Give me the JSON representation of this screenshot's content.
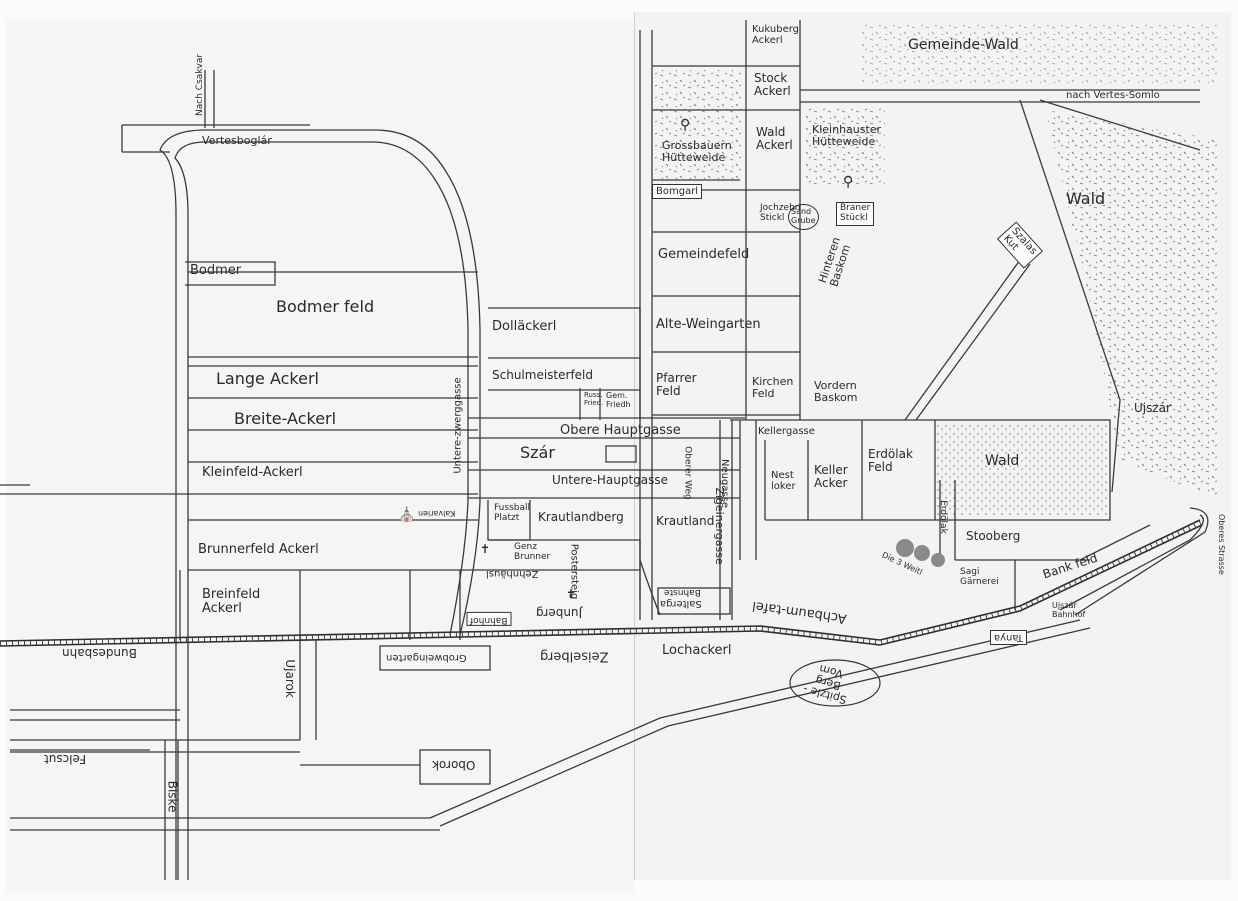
{
  "labels": {
    "kukuberg": [
      "Kukuberg",
      "Ackerl"
    ],
    "gemeinde_wald": "Gemeinde-Wald",
    "stock_ackerl": [
      "Stock",
      "Ackerl"
    ],
    "wald_ackerl": [
      "Wald",
      "Ackerl"
    ],
    "grossbauern": [
      "Grossbauern",
      "Hütteweide"
    ],
    "kleinhauster": [
      "Kleinhauster",
      "Hütteweide"
    ],
    "nach_vertes_somlo": "nach Vertes-Somlo",
    "bomgarl": "Bomgarl",
    "jochzehn": [
      "Jochzehn",
      "Stickl"
    ],
    "sand_grube": [
      "Sand",
      "Grube"
    ],
    "braner_stickl": [
      "Braner",
      "Stückl"
    ],
    "wald_east": "Wald",
    "szalas_kut": [
      "Szalas",
      "Kut"
    ],
    "gemeindefeld": "Gemeindefeld",
    "hinteren_baskom": [
      "Hinteren",
      "Baskom"
    ],
    "dollackerl": "Dolläckerl",
    "alte_weingarten": "Alte-Weingarten",
    "schulmeisterfeld": "Schulmeisterfeld",
    "russ_fried": [
      "Russ.",
      "Fried."
    ],
    "gem_friedh": [
      "Gem.",
      "Friedh"
    ],
    "pfarrer_feld": [
      "Pfarrer",
      "Feld"
    ],
    "kirchen_feld": [
      "Kirchen",
      "Feld"
    ],
    "vordern_baskom": [
      "Vordern",
      "Baskom"
    ],
    "ujszar": "Ujszár",
    "obere_hauptgasse": "Obere Hauptgasse",
    "szar": "Szár",
    "kellergasse": "Kellergasse",
    "neugasse": "Neugasse",
    "obere_weg": "Oberer Weg",
    "zigeinergasse": "Zigeinergasse",
    "erdolak_feld": [
      "Erdölak",
      "Feld"
    ],
    "wald_center": "Wald",
    "nest_loker": [
      "Nest",
      "loker"
    ],
    "keller_acker": [
      "Keller",
      "Acker"
    ],
    "untere_hauptgasse": "Untere-Hauptgasse",
    "kleinfeld_ackerl": "Kleinfeld-Ackerl",
    "untere_zwerggasse": "Untere-zwerggasse",
    "kalvarien": "Kalvarien",
    "fussball_platz": [
      "Fussball",
      "Platzt"
    ],
    "krautlandberg": "Krautlandberg",
    "krautland": "Krautland",
    "erdolak_vert": "Erdölak",
    "stooberg": "Stooberg",
    "brunnerfeld": "Brunnerfeld Ackerl",
    "genz_brunner": [
      "Genz",
      "Brunner"
    ],
    "zehnhausl": "Zehnhäusl",
    "postersteig": "Postersteig",
    "die_3_weitl": "Die 3 Weitl",
    "sagi_garnerei": [
      "Sagi",
      "Gärnerei"
    ],
    "bank_feld": "Bank feld",
    "oberestrasse": "Oberes Strasse",
    "breinfeld": [
      "Breinfeld",
      "Ackerl"
    ],
    "junberg": "Junberg",
    "bahnhof": "Bahnhof",
    "salterga": "Salterga",
    "bahnste": "Bahnste",
    "achbaum_tafel": "Achbaum-tafel",
    "ujszar_bahnhof": [
      "Ujszár",
      "Bahnhof"
    ],
    "tanya": "Tanya",
    "bundesbahn": "Bundesbahn",
    "ujarok": "Ujarok",
    "grobweingarten": "Grobweingarten",
    "zeiselberg": "Zeiselberg",
    "lochackerl": "Lochackerl",
    "spitzle_berg": [
      "Spitzle -",
      "Berg",
      "Vom"
    ],
    "felcsut": "Felcsut",
    "oborok": "Oborok",
    "biske": "Biske",
    "bodmer": "Bodmer",
    "bodmerfeld": "Bodmer feld",
    "lange_ackerl": "Lange Ackerl",
    "breite_ackerl": "Breite-Ackerl",
    "nach_csakvar": "Nach Csakvar",
    "vertesboglar": "Vertesboglár"
  },
  "icons": [
    "well-icon",
    "well-icon",
    "church-icon",
    "cross-icon",
    "cross-icon"
  ]
}
